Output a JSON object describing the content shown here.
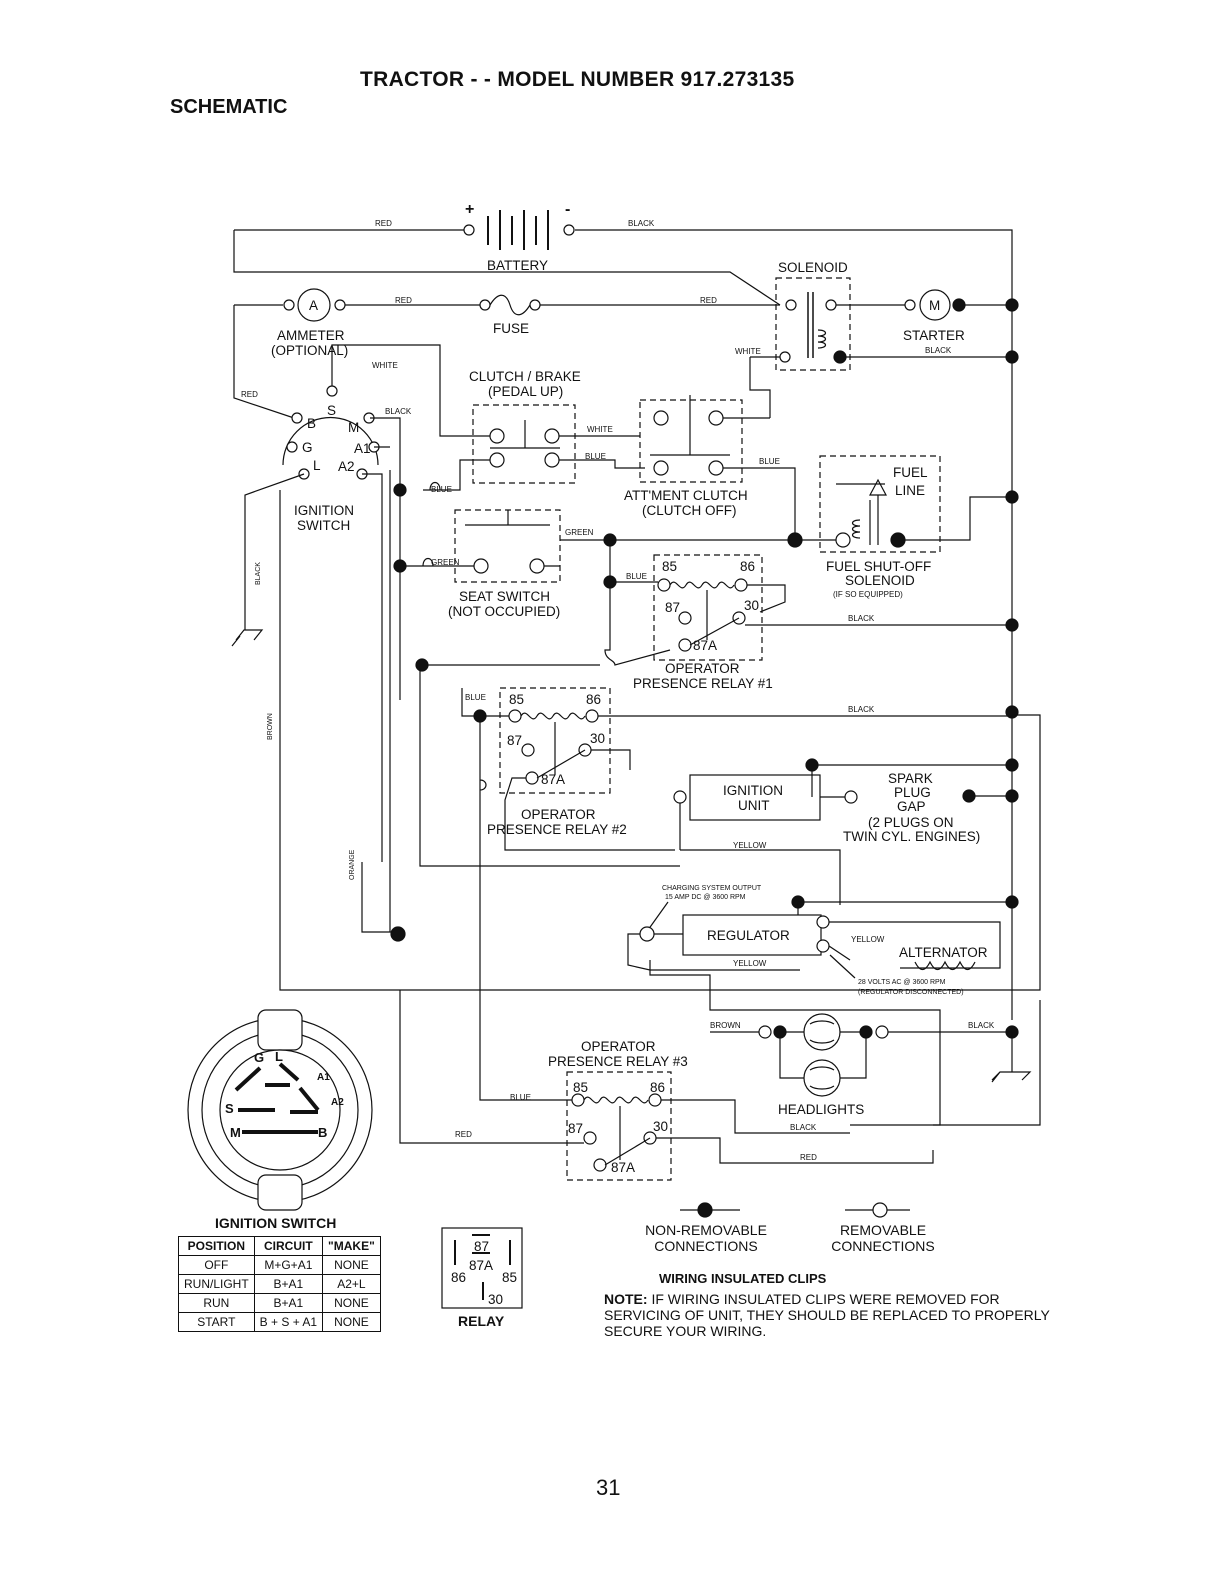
{
  "header": {
    "title": "TRACTOR - - MODEL NUMBER 917.273135",
    "subtitle": "SCHEMATIC"
  },
  "components": {
    "battery": "BATTERY",
    "battery_plus": "+",
    "battery_minus": "-",
    "solenoid": "SOLENOID",
    "ammeter": "AMMETER",
    "ammeter_opt": "(OPTIONAL)",
    "ammeter_symbol": "A",
    "fuse": "FUSE",
    "starter": "STARTER",
    "starter_symbol": "M",
    "clutch1": "CLUTCH / BRAKE",
    "clutch2": "(PEDAL UP)",
    "att1": "ATT'MENT CLUTCH",
    "att2": "(CLUTCH OFF)",
    "fuel1": "FUEL",
    "fuel2": "LINE",
    "fso1": "FUEL SHUT-OFF",
    "fso2": "SOLENOID",
    "fso3": "(IF SO EQUIPPED)",
    "ign1": "IGNITION",
    "ign2": "SWITCH",
    "ign_terms": [
      "B",
      "S",
      "M",
      "G",
      "A1",
      "L",
      "A2"
    ],
    "seat1": "SEAT SWITCH",
    "seat2": "(NOT OCCUPIED)",
    "opr1_1": "OPERATOR",
    "opr1_2": "PRESENCE RELAY #1",
    "opr2_1": "OPERATOR",
    "opr2_2": "PRESENCE RELAY #2",
    "opr3_1": "OPERATOR",
    "opr3_2": "PRESENCE RELAY #3",
    "pins": [
      "85",
      "86",
      "87",
      "30",
      "87A"
    ],
    "ignunit1": "IGNITION",
    "ignunit2": "UNIT",
    "spark1": "SPARK",
    "spark2": "PLUG",
    "spark3": "GAP",
    "spark4": "(2 PLUGS ON",
    "spark5": "TWIN CYL. ENGINES)",
    "charge1": "CHARGING SYSTEM OUTPUT",
    "charge2": "15 AMP DC @ 3600 RPM",
    "regulator": "REGULATOR",
    "alternator": "ALTERNATOR",
    "alt1": "28 VOLTS AC @ 3600 RPM",
    "alt2": "(REGULATOR DISCONNECTED)",
    "headlights": "HEADLIGHTS"
  },
  "wires": {
    "red": "RED",
    "black": "BLACK",
    "white": "WHITE",
    "blue": "BLUE",
    "green": "GREEN",
    "yellow": "YELLOW",
    "brown": "BROWN",
    "orange": "ORANGE"
  },
  "ignition_plug": {
    "title": "IGNITION SWITCH",
    "letters": [
      "G",
      "L",
      "A1",
      "A2",
      "S",
      "M",
      "B"
    ]
  },
  "ignition_table": {
    "headers": [
      "POSITION",
      "CIRCUIT",
      "\"MAKE\""
    ],
    "rows": [
      [
        "OFF",
        "M+G+A1",
        "NONE"
      ],
      [
        "RUN/LIGHT",
        "B+A1",
        "A2+L"
      ],
      [
        "RUN",
        "B+A1",
        "NONE"
      ],
      [
        "START",
        "B + S + A1",
        "NONE"
      ]
    ]
  },
  "relay_diagram": {
    "label": "RELAY",
    "p87": "87",
    "p87a": "87A",
    "p86": "86",
    "p85": "85",
    "p30": "30"
  },
  "legend": {
    "non_removable_1": "NON-REMOVABLE",
    "non_removable_2": "CONNECTIONS",
    "removable_1": "REMOVABLE",
    "removable_2": "CONNECTIONS",
    "clips_title": "WIRING INSULATED CLIPS",
    "note_label": "NOTE:",
    "note_text": "IF WIRING INSULATED CLIPS WERE REMOVED FOR SERVICING OF UNIT, THEY SHOULD BE REPLACED TO PROPERLY SECURE YOUR WIRING."
  },
  "page_number": "31"
}
